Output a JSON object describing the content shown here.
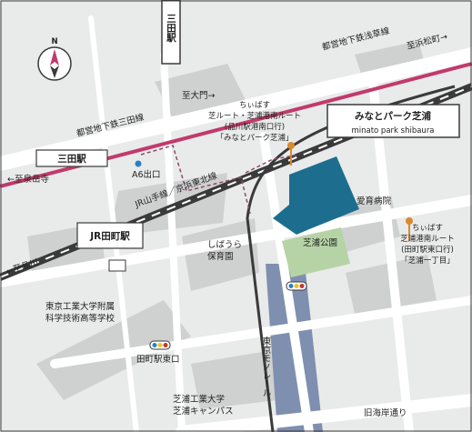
{
  "title": {
    "name_ja": "みなとパーク芝浦",
    "name_en": "minato park shibaura"
  },
  "compass": {
    "label": "N"
  },
  "stations": {
    "mita_vertical": "三田駅",
    "mita": "三田駅",
    "tamachi": "JR田町駅"
  },
  "exits": {
    "a6": "A6出口"
  },
  "lines": {
    "asakusa": "都営地下鉄浅草線",
    "mita_line": "都営地下鉄三田線",
    "jr": "JR山手線／京浜東北線",
    "monorail": "東京モノレール"
  },
  "directions": {
    "shirokane": "←至泉岳寺",
    "daimon": "至大門→",
    "matsuzaka": "至浜松町→",
    "shinagawa": "←至品川"
  },
  "bus_stops": {
    "park": {
      "line1": "ちぃばす",
      "line2": "芝ルート・芝浦港南ルート",
      "line3": "(品川駅港南口行)",
      "line4": "「みなとパーク芝浦」"
    },
    "shibaura1": {
      "line1": "ちぃばす",
      "line2": "芝浦港南ルート",
      "line3": "(田町駅東口行)",
      "line4": "「芝浦一丁目」"
    }
  },
  "places": {
    "hospital": "愛育病院",
    "park": "芝浦公園",
    "nursery_1": "しばうら",
    "nursery_2": "保育園",
    "high_school_1": "東京工業大学附属",
    "high_school_2": "科学技術高等学校",
    "tamachi_east": "田町駅東口",
    "univ_1": "芝浦工業大学",
    "univ_2": "芝浦キャンパス",
    "kyukaigan": "旧海岸通り"
  },
  "colors": {
    "background": "#e9eaea",
    "block": "#cfd0d0",
    "road": "#ffffff",
    "canal": "#7f8fb0",
    "building": "#1d6e8e",
    "park": "#b6d3a6",
    "rail_dark": "#3a3a3a",
    "asakusa_line": "#c13a6b",
    "route_dash": "#8a4a6a",
    "bus_stop": "#d98a2c"
  },
  "icons": [
    "compass-icon",
    "bus-stop-icon",
    "traffic-light-icon",
    "subway-exit-icon",
    "pedestrian-bridge-icon"
  ]
}
